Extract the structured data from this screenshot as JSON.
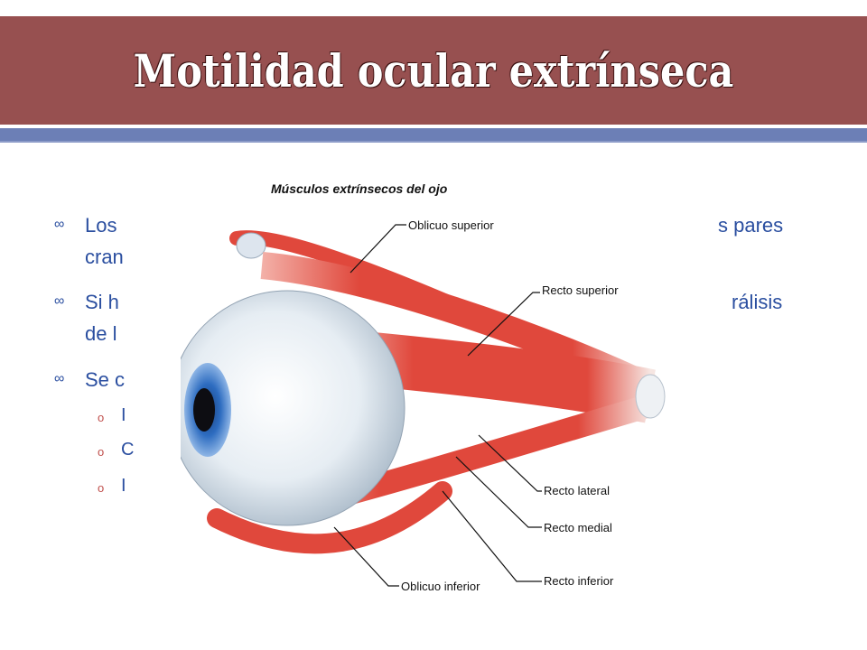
{
  "slide": {
    "title": "Motilidad ocular extrínseca"
  },
  "bullets": [
    {
      "line1": "Los",
      "line1_right": "s pares",
      "line2": "cran"
    },
    {
      "line1": "Si h",
      "line1_right": "rálisis",
      "line2": "de l"
    },
    {
      "line1": "Se c"
    }
  ],
  "subbullets": [
    {
      "marker": "o",
      "text": "I"
    },
    {
      "marker": "o",
      "text": "C"
    },
    {
      "marker": "o",
      "text": "I"
    }
  ],
  "figure": {
    "caption": "Músculos extrínsecos del ojo",
    "labels": {
      "oblicuo_superior": "Oblicuo superior",
      "recto_superior": "Recto superior",
      "recto_lateral": "Recto lateral",
      "recto_medial": "Recto medial",
      "recto_inferior": "Recto inferior",
      "oblicuo_inferior": "Oblicuo inferior"
    }
  },
  "colors": {
    "title_band": "#975050",
    "accent_rule": "#6c7fb6",
    "body_text": "#2b4fa0",
    "muscle": "#e0483c",
    "iris": "#2d6cc0"
  }
}
